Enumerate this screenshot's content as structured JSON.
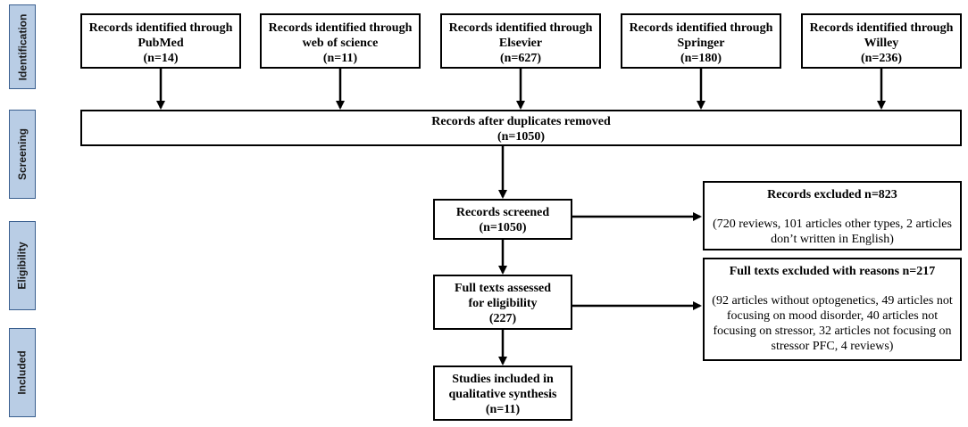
{
  "stages": {
    "identification": "Identification",
    "screening": "Screening",
    "eligibility": "Eligibility",
    "included": "Included"
  },
  "sources": [
    {
      "line1": "Records identified through",
      "line2": "PubMed",
      "count": "(n=14)"
    },
    {
      "line1": "Records identified through",
      "line2": "web of science",
      "count": "(n=11)"
    },
    {
      "line1": "Records identified through",
      "line2": "Elsevier",
      "count": "(n=627)"
    },
    {
      "line1": "Records identified through",
      "line2": "Springer",
      "count": "(n=180)"
    },
    {
      "line1": "Records identified through",
      "line2": "Willey",
      "count": "(n=236)"
    }
  ],
  "duplicates": {
    "label": "Records after duplicates removed",
    "count": "(n=1050)"
  },
  "screened": {
    "label": "Records screened",
    "count": "(n=1050)"
  },
  "excluded": {
    "title": "Records excluded n=823",
    "detail": "(720 reviews, 101 articles other types, 2 articles don’t written in English)"
  },
  "fulltext": {
    "line1": "Full texts assessed",
    "line2": "for eligibility",
    "count": "(227)"
  },
  "fulltext_excluded": {
    "title": "Full texts excluded with reasons n=217",
    "detail": "(92 articles without optogenetics, 49 articles not focusing on mood disorder, 40 articles not focusing on stressor, 32 articles not focusing on stressor PFC, 4 reviews)"
  },
  "included": {
    "line1": "Studies included in",
    "line2": "qualitative synthesis",
    "count": "(n=11)"
  },
  "colors": {
    "stage_fill": "#b9cde5",
    "stage_border": "#3a5f8f",
    "line": "#000000"
  }
}
